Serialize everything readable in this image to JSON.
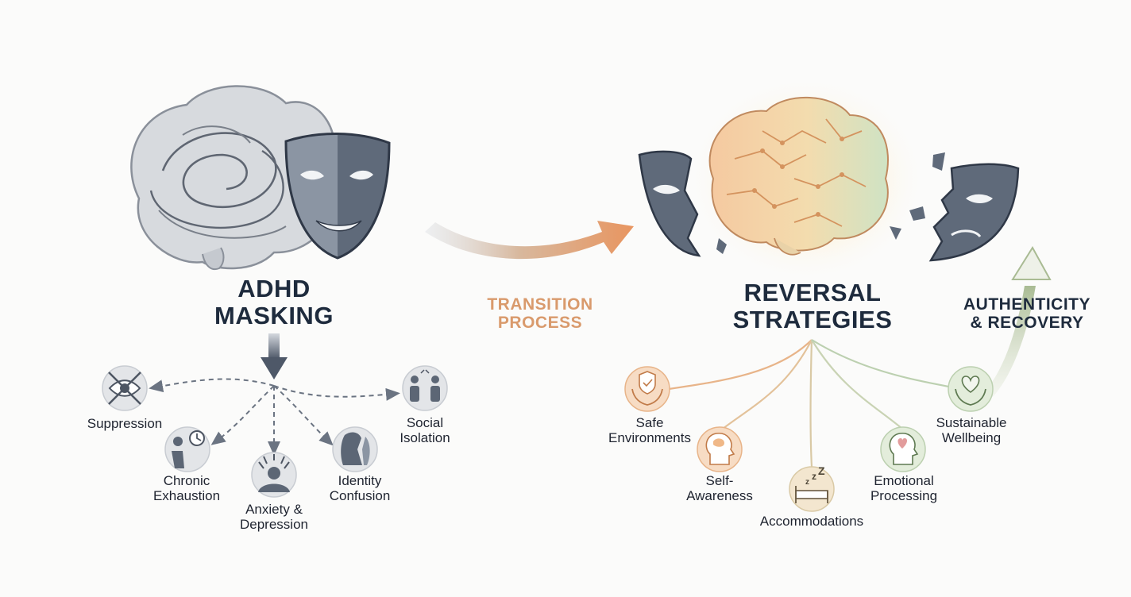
{
  "left": {
    "title_lines": [
      "ADHD",
      "MASKING"
    ],
    "effects": [
      {
        "lines": [
          "Suppression"
        ],
        "icon": "crossed-eye-icon"
      },
      {
        "lines": [
          "Chronic",
          "Exhaustion"
        ],
        "icon": "tired-person-clock-icon"
      },
      {
        "lines": [
          "Anxiety &",
          "Depression"
        ],
        "icon": "stressed-head-icon"
      },
      {
        "lines": [
          "Identity",
          "Confusion"
        ],
        "icon": "split-face-icon"
      },
      {
        "lines": [
          "Social",
          "Isolation"
        ],
        "icon": "separated-people-icon"
      }
    ]
  },
  "middle": {
    "title_lines": [
      "TRANSITION",
      "PROCESS"
    ]
  },
  "right": {
    "title_lines": [
      "REVERSAL",
      "STRATEGIES"
    ],
    "strategies": [
      {
        "lines": [
          "Safe",
          "Environments"
        ],
        "icon": "shield-hands-icon"
      },
      {
        "lines": [
          "Self-",
          "Awareness"
        ],
        "icon": "head-brain-icon"
      },
      {
        "lines": [
          "Accommodations"
        ],
        "icon": "bed-sleep-icon"
      },
      {
        "lines": [
          "Emotional",
          "Processing"
        ],
        "icon": "head-heart-icon"
      },
      {
        "lines": [
          "Sustainable",
          "Wellbeing"
        ],
        "icon": "heart-hands-icon"
      }
    ],
    "outcome_lines": [
      "AUTHENTICITY",
      "& RECOVERY"
    ]
  },
  "colors": {
    "dark_navy": "#1e2b3d",
    "mask_gray": "#5c6675",
    "orange_accent": "#d99a6c",
    "green_accent": "#a9c49a"
  }
}
